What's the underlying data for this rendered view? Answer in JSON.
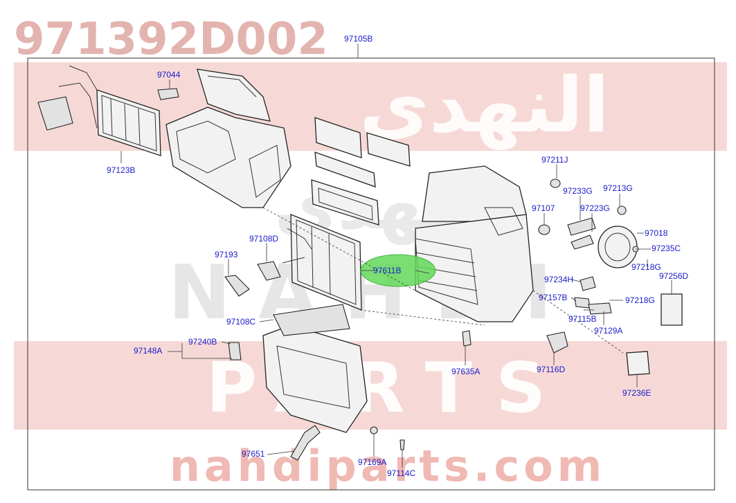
{
  "watermark": {
    "part_number": "971392D002",
    "arabic": "النهدي",
    "brand": "NAHDI",
    "parts": "PARTS",
    "website": "nahdiparts.com",
    "colors": {
      "red": "#c94a3f",
      "gray": "#9a9a9a"
    }
  },
  "diagram": {
    "assembly_label": "97105B",
    "highlight_color": "#63d85a",
    "parts": [
      {
        "id": "97044",
        "label": "97044"
      },
      {
        "id": "97123B",
        "label": "97123B"
      },
      {
        "id": "97211J",
        "label": "97211J"
      },
      {
        "id": "97233G",
        "label": "97233G"
      },
      {
        "id": "97213G",
        "label": "97213G"
      },
      {
        "id": "97107",
        "label": "97107"
      },
      {
        "id": "97223G",
        "label": "97223G"
      },
      {
        "id": "97018",
        "label": "97018"
      },
      {
        "id": "97108D",
        "label": "97108D"
      },
      {
        "id": "97193",
        "label": "97193"
      },
      {
        "id": "97611B",
        "label": "97611B",
        "highlighted": true
      },
      {
        "id": "97235C",
        "label": "97235C"
      },
      {
        "id": "97218G_a",
        "label": "97218G"
      },
      {
        "id": "97256D",
        "label": "97256D"
      },
      {
        "id": "97234H",
        "label": "97234H"
      },
      {
        "id": "97157B",
        "label": "97157B"
      },
      {
        "id": "97218G_b",
        "label": "97218G"
      },
      {
        "id": "97115B",
        "label": "97115B"
      },
      {
        "id": "97108C",
        "label": "97108C"
      },
      {
        "id": "97129A",
        "label": "97129A"
      },
      {
        "id": "97240B",
        "label": "97240B"
      },
      {
        "id": "97148A",
        "label": "97148A"
      },
      {
        "id": "97635A",
        "label": "97635A"
      },
      {
        "id": "97116D",
        "label": "97116D"
      },
      {
        "id": "97236E",
        "label": "97236E"
      },
      {
        "id": "97651",
        "label": "97651"
      },
      {
        "id": "97169A",
        "label": "97169A"
      },
      {
        "id": "97114C",
        "label": "97114C"
      }
    ]
  }
}
